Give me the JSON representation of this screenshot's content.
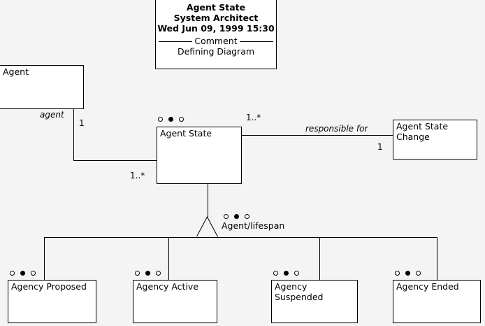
{
  "diagram": {
    "kind": "uml-class-diagram",
    "background_color": "#f4f4f4",
    "line_color": "#000000",
    "fill_color": "#ffffff"
  },
  "title_block": {
    "name": "Agent State",
    "author": "System Architect",
    "timestamp": "Wed Jun 09, 1999  15:30",
    "section_label": "Comment",
    "comment": "Defining Diagram"
  },
  "classes": [
    {
      "id": "agent",
      "name": "Agent",
      "adornment": [
        "hollow",
        "filled",
        "hollow"
      ],
      "has_adornment": false
    },
    {
      "id": "agent-state",
      "name": "Agent State",
      "adornment": [
        "hollow",
        "filled",
        "hollow"
      ],
      "has_adornment": true
    },
    {
      "id": "agent-state-change",
      "name": "Agent State\nChange",
      "adornment": [
        "hollow",
        "filled",
        "hollow"
      ],
      "has_adornment": false
    },
    {
      "id": "agency-proposed",
      "name": "Agency Proposed",
      "adornment": [
        "hollow",
        "filled",
        "hollow"
      ],
      "has_adornment": true
    },
    {
      "id": "agency-active",
      "name": "Agency Active",
      "adornment": [
        "hollow",
        "filled",
        "hollow"
      ],
      "has_adornment": true
    },
    {
      "id": "agency-suspended",
      "name": "Agency\nSuspended",
      "adornment": [
        "hollow",
        "filled",
        "hollow"
      ],
      "has_adornment": true
    },
    {
      "id": "agency-ended",
      "name": "Agency Ended",
      "adornment": [
        "hollow",
        "filled",
        "hollow"
      ],
      "has_adornment": true
    }
  ],
  "associations": [
    {
      "id": "agent-to-agent-state",
      "source": "agent",
      "target": "agent-state",
      "role_label": "agent",
      "source_multiplicity": "1",
      "target_multiplicity": "1..*"
    },
    {
      "id": "agent-state-to-change",
      "source": "agent-state",
      "target": "agent-state-change",
      "name": "responsible for",
      "source_multiplicity": "1..*",
      "target_multiplicity": "1"
    }
  ],
  "generalization": {
    "id": "agent-lifespan",
    "superclass": "agent-state",
    "discriminator": "Agent/lifespan",
    "adornment": [
      "hollow",
      "filled",
      "hollow"
    ],
    "subclasses": [
      "agency-proposed",
      "agency-active",
      "agency-suspended",
      "agency-ended"
    ]
  }
}
